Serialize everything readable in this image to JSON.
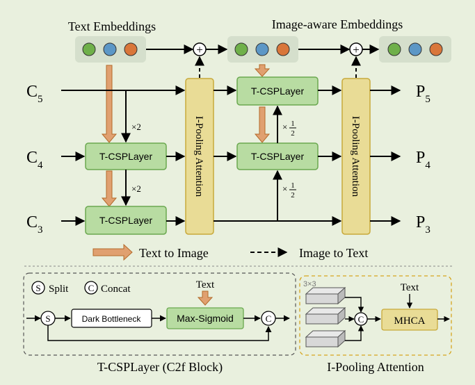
{
  "colors": {
    "background": "#e9f0de",
    "embed_panel": "#d5dfcc",
    "block_green_fill": "#b8dca2",
    "block_green_stroke": "#6aa84f",
    "pooling_fill": "#e9dc96",
    "pooling_stroke": "#c8a93a",
    "orange_arrow": "#e0a070",
    "orange_arrow_stroke": "#b36a2a",
    "dot_green": "#6fb04a",
    "dot_blue": "#5c97c6",
    "dot_orange": "#d9763a",
    "ipool_border": "#d6a51e"
  },
  "top": {
    "text_embeddings_label": "Text Embeddings",
    "image_aware_label": "Image-aware Embeddings"
  },
  "inputs": {
    "c5": {
      "base": "C",
      "sub": "5"
    },
    "c4": {
      "base": "C",
      "sub": "4"
    },
    "c3": {
      "base": "C",
      "sub": "3"
    }
  },
  "outputs": {
    "p5": {
      "base": "P",
      "sub": "5"
    },
    "p4": {
      "base": "P",
      "sub": "4"
    },
    "p3": {
      "base": "P",
      "sub": "3"
    }
  },
  "blocks": {
    "tcsp_c4": "T-CSPLayer",
    "tcsp_c3": "T-CSPLayer",
    "tcsp_mid_top": "T-CSPLayer",
    "tcsp_mid_bottom": "T-CSPLayer",
    "ipool_left": "I-Pooling Attention",
    "ipool_right": "I-Pooling Attention"
  },
  "scales": {
    "up1": "×2",
    "up2": "×2",
    "down1_mult": "×",
    "down1_num": "1",
    "down1_den": "2",
    "down2_mult": "×",
    "down2_num": "1",
    "down2_den": "2"
  },
  "ops": {
    "plus": "+"
  },
  "legend": {
    "text_to_image": "Text to Image",
    "image_to_text": "Image to Text"
  },
  "csp_detail": {
    "split_symbol": "S",
    "split_label": "Split",
    "concat_symbol": "C",
    "concat_label": "Concat",
    "text_label": "Text",
    "dark_bottleneck": "Dark Bottleneck",
    "max_sigmoid": "Max-Sigmoid",
    "caption": "T-CSPLayer (C2f Block)"
  },
  "ipool_detail": {
    "kernel_label": "3×3",
    "text_label": "Text",
    "concat_symbol": "C",
    "mhca": "MHCA",
    "caption": "I-Pooling Attention"
  }
}
